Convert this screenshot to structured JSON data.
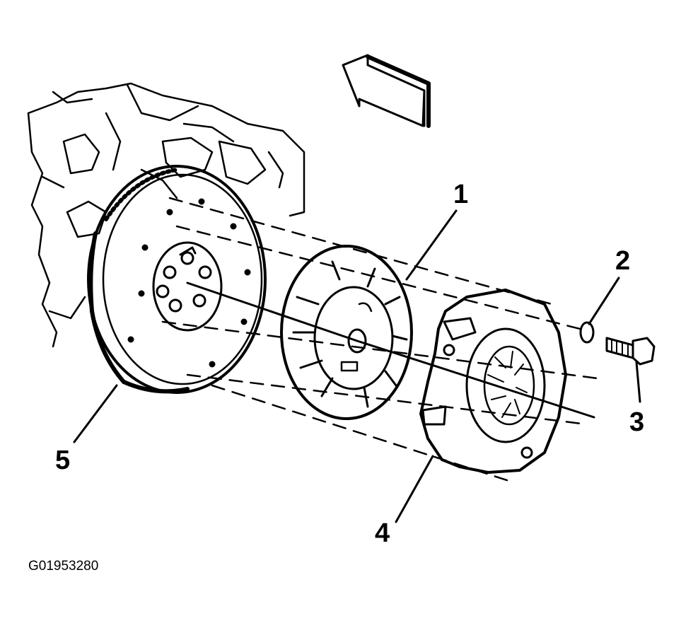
{
  "callouts": {
    "c1": "1",
    "c2": "2",
    "c3": "3",
    "c4": "4",
    "c5": "5"
  },
  "figure_id": "G01953280",
  "icons": {
    "direction_arrow": "direction-arrow-icon"
  }
}
